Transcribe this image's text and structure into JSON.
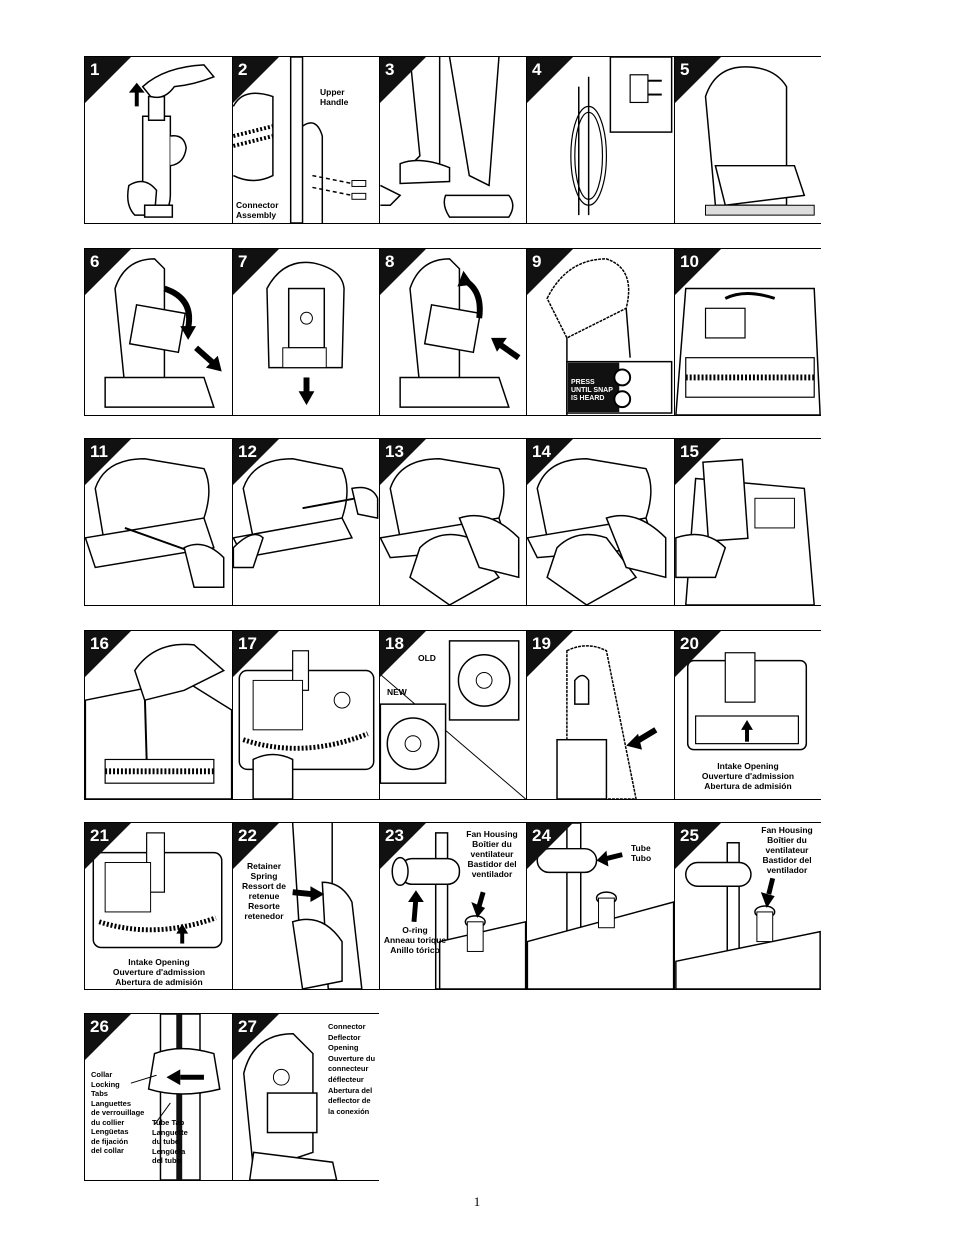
{
  "steps": [
    {
      "n": "1"
    },
    {
      "n": "2"
    },
    {
      "n": "3"
    },
    {
      "n": "4"
    },
    {
      "n": "5"
    },
    {
      "n": "6"
    },
    {
      "n": "7"
    },
    {
      "n": "8"
    },
    {
      "n": "9"
    },
    {
      "n": "10"
    },
    {
      "n": "11"
    },
    {
      "n": "12"
    },
    {
      "n": "13"
    },
    {
      "n": "14"
    },
    {
      "n": "15"
    },
    {
      "n": "16"
    },
    {
      "n": "17"
    },
    {
      "n": "18"
    },
    {
      "n": "19"
    },
    {
      "n": "20"
    },
    {
      "n": "21"
    },
    {
      "n": "22"
    },
    {
      "n": "23"
    },
    {
      "n": "24"
    },
    {
      "n": "25"
    },
    {
      "n": "26"
    },
    {
      "n": "27"
    }
  ],
  "labels": {
    "upper_handle": "Upper\nHandle",
    "connector_assembly": "Connector\nAssembly",
    "press_until_snap": "PRESS\nUNTIL SNAP\nIS HEARD",
    "old": "OLD",
    "new": "NEW",
    "intake_20": "Intake Opening\nOuverture d'admission\nAbertura de admisión",
    "intake_21": "Intake Opening\nOuverture d'admission\nAbertura de admisión",
    "retainer_spring": "Retainer\nSpring\nRessort de\nretenue\nResorte\nretenedor",
    "fan_housing_23": "Fan Housing\nBoîtier du\nventilateur\nBastidor del\nventilador",
    "oring": "O-ring\nAnneau torique\nAnillo tórico",
    "tube": "Tube\nTubo",
    "fan_housing_25": "Fan Housing\nBoîtier du\nventilateur\nBastidor del\nventilador",
    "collar_tabs": "Collar\nLocking\nTabs\nLanguettes\nde verrouillage\ndu collier\nLengüetas\nde fijación\ndel collar",
    "tube_tab": "Tube Tab\nLanguette\ndu tube\nLengüeta\ndel tubo",
    "connector_deflector": "Connector\nDeflector\nOpening\nOuverture du\nconnecteur\ndéflecteur\nAbertura del\ndeflector de\nla conexión"
  },
  "page_number": "1"
}
